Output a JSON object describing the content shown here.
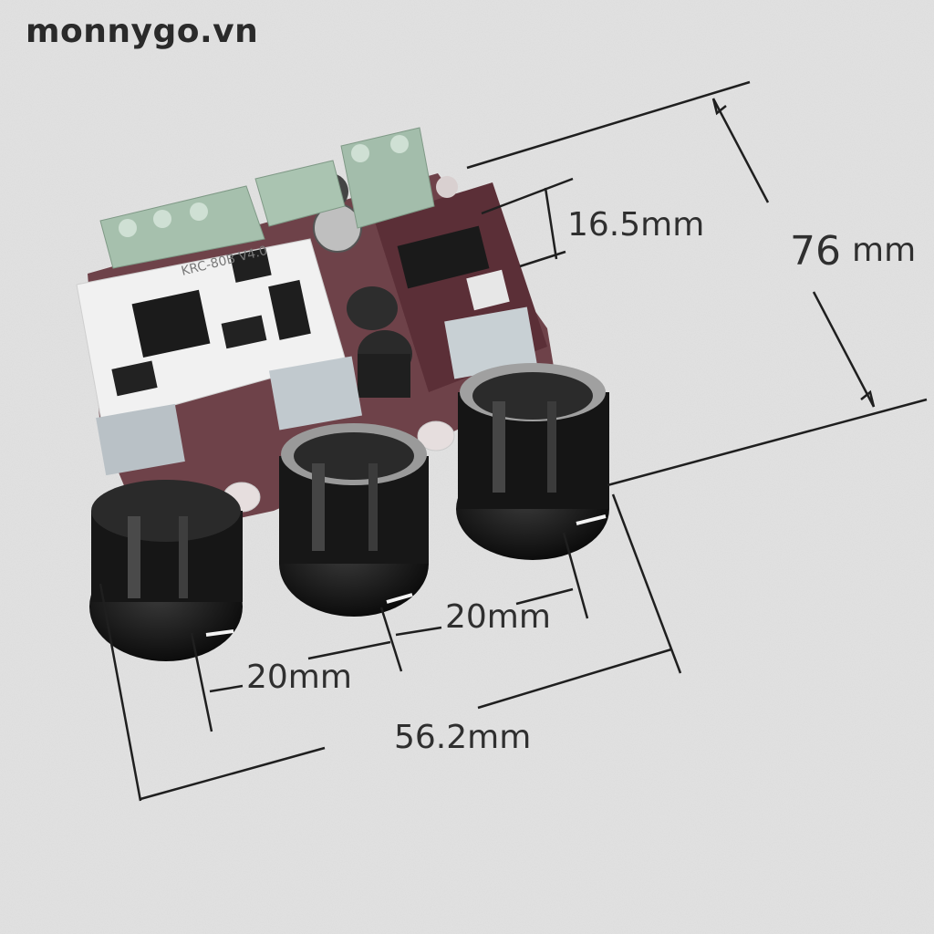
{
  "watermark": "monnygo.vn",
  "board": {
    "silkscreen": "KRC-80B V4.0"
  },
  "dimensions": {
    "height_total": "76",
    "height_unit": "mm",
    "terminal_height": "16.5mm",
    "knob_spacing_right": "20mm",
    "knob_spacing_left": "20mm",
    "width_total": "56.2mm"
  },
  "colors": {
    "background": "#dcdcdc",
    "pcb_white": "#f2f2f2",
    "pcb_purple": "#6b3e46",
    "terminal_green": "#9fb8a6",
    "knob_black": "#151515",
    "dimension_line": "#1f1f1f"
  }
}
